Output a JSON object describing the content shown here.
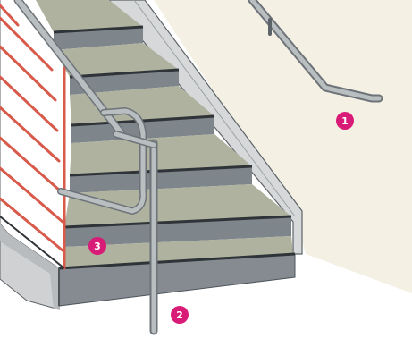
{
  "callouts": [
    {
      "number": "1"
    },
    {
      "number": "2"
    },
    {
      "number": "3"
    }
  ],
  "colors": {
    "wall": "#f4f1e4",
    "floor": "#ffffff",
    "tread": "#aeb29f",
    "riser": "#7e858b",
    "nosing": "#2f3438",
    "stringer": "#d2d4d5",
    "rail": "#8f9599",
    "baluster": "#d75a4a",
    "callout": "#d81b77"
  }
}
